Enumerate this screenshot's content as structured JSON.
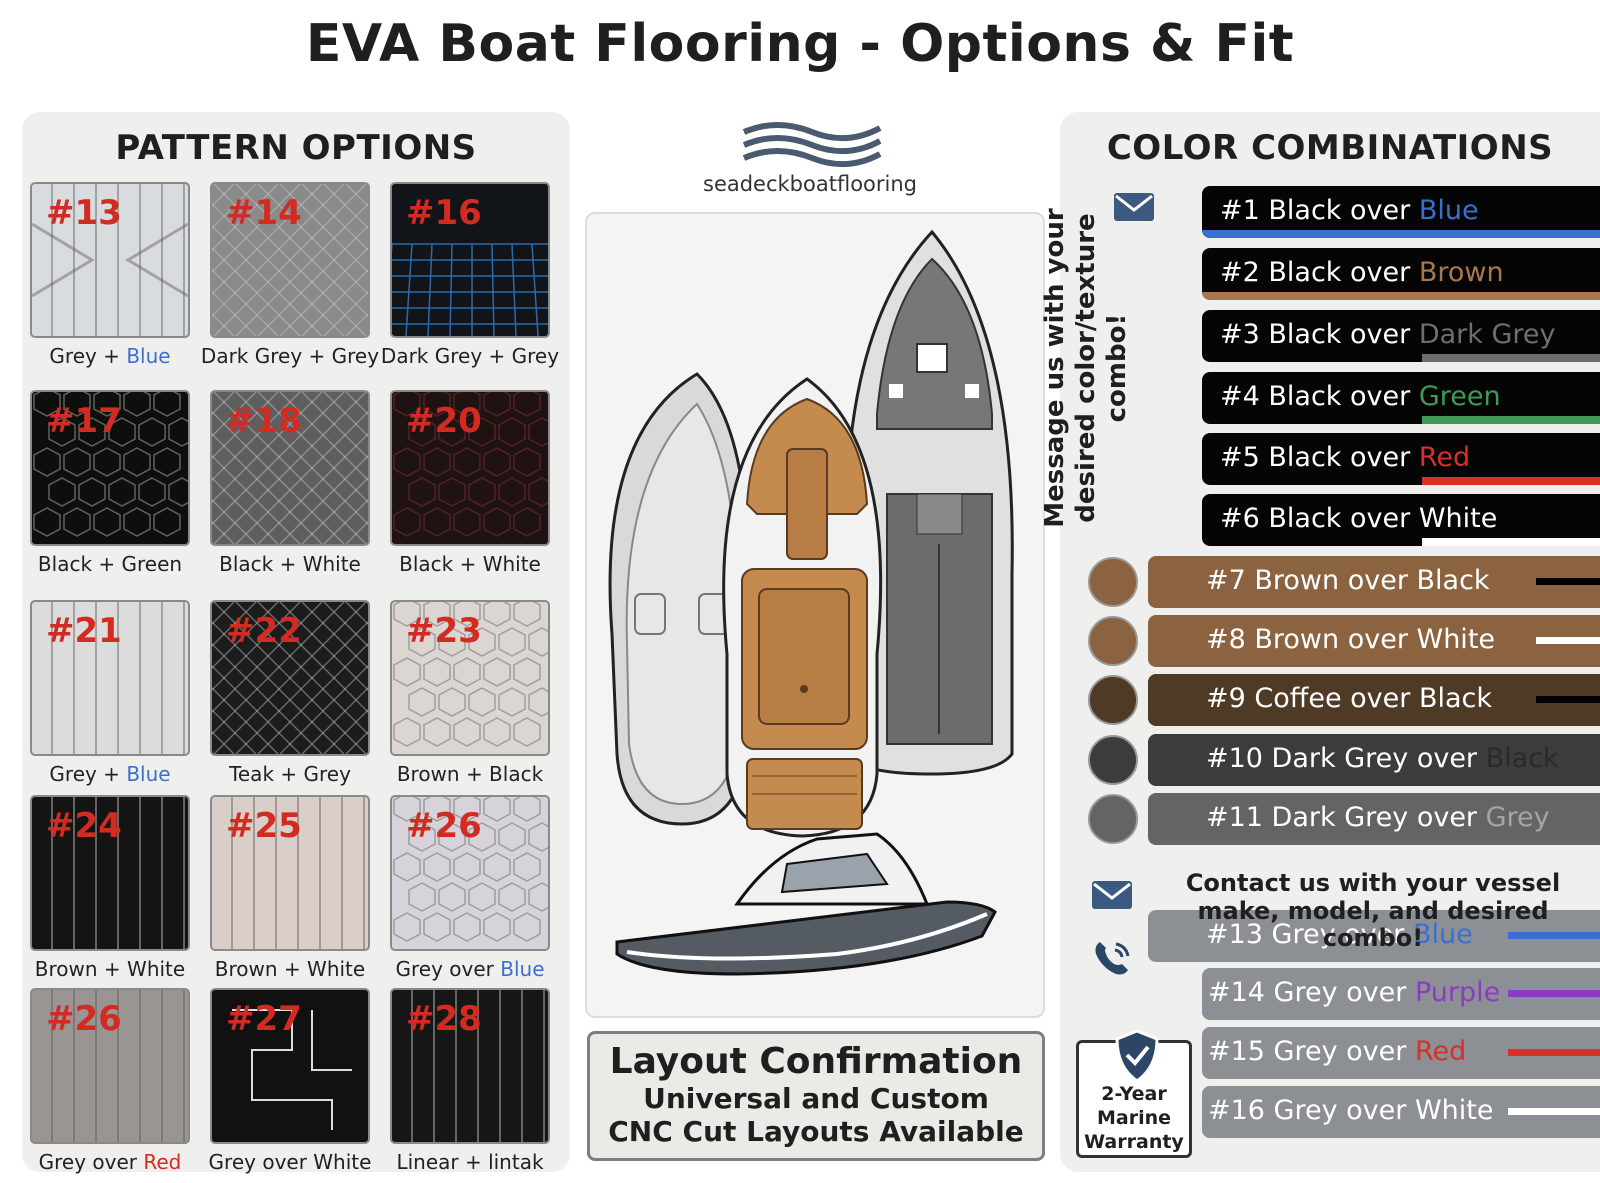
{
  "title": "EVA Boat Flooring - Options & Fit",
  "pattern_panel": {
    "title": "PATTERN OPTIONS",
    "tiles": [
      {
        "num": "#13",
        "label_a": "Grey + ",
        "label_b": "Blue",
        "bg": "#d9dcdf"
      },
      {
        "num": "#14",
        "label_a": "Dark Grey + Grey",
        "label_b": "",
        "bg": "#8a8a8a"
      },
      {
        "num": "#16",
        "label_a": "Dark Grey + Grey",
        "label_b": "",
        "bg": "#111418"
      },
      {
        "num": "#17",
        "label_a": "Black + Green",
        "label_b": "",
        "bg": "#0c0f0c"
      },
      {
        "num": "#18",
        "label_a": "Black + White",
        "label_b": "",
        "bg": "#5e5e5e"
      },
      {
        "num": "#20",
        "label_a": "Black + White",
        "label_b": "",
        "bg": "#1e1212"
      },
      {
        "num": "#21",
        "label_a": "Grey + ",
        "label_b": "Blue",
        "bg": "#dcdcdc"
      },
      {
        "num": "#22",
        "label_a": "Teak + Grey",
        "label_b": "",
        "bg": "#1c1c1c"
      },
      {
        "num": "#23",
        "label_a": "Brown + Black",
        "label_b": "",
        "bg": "#dcd6d2"
      },
      {
        "num": "#24",
        "label_a": "Brown + White",
        "label_b": "",
        "bg": "#141414"
      },
      {
        "num": "#25",
        "label_a": "Brown + White",
        "label_b": "",
        "bg": "#d9cec8"
      },
      {
        "num": "#26",
        "label_a": "Grey over ",
        "label_b": "Blue",
        "bg": "#d6d4da"
      },
      {
        "num": "#26",
        "label_a": "Grey over ",
        "label_b": "Red",
        "bg": "#9a9593"
      },
      {
        "num": "#27",
        "label_a": "Grey over White",
        "label_b": "",
        "bg": "#111111"
      },
      {
        "num": "#28",
        "label_a": "Linear + lintak",
        "label_b": "",
        "bg": "#161616"
      }
    ]
  },
  "brand": {
    "name": "seadeckboatflooring"
  },
  "layout_box": {
    "title": "Layout Confirmation",
    "line1": "Universal and Custom",
    "line2": "CNC Cut Layouts Available"
  },
  "combo_panel": {
    "title": "COLOR COMBINATIONS",
    "vertical_message": "Message us with your desired color/texture combo!",
    "contact_message_1": "Contact us with your vessel",
    "contact_message_2": "make, model, and desired combo!",
    "warranty_1": "2-Year",
    "warranty_2": "Marine",
    "warranty_3": "Warranty",
    "black_combos": [
      {
        "a": "#1  Black over ",
        "b": "Blue",
        "color": "#3a6fd0"
      },
      {
        "a": "#2  Black over ",
        "b": "Brown",
        "color": "#a7774f"
      },
      {
        "a": "#3  Black over ",
        "b": "Dark Grey",
        "color": "#6e6e6e"
      },
      {
        "a": "#4  Black over ",
        "b": "Green",
        "color": "#3f9a56"
      },
      {
        "a": "#5  Black over ",
        "b": "Red",
        "color": "#d8302a"
      },
      {
        "a": "#6  Black over ",
        "b": "White",
        "color": "#ffffff"
      }
    ],
    "brown_combos": [
      {
        "a": "#7  Brown over Black",
        "bg": "#8c6340",
        "line": "#000000"
      },
      {
        "a": "#8  Brown over White",
        "bg": "#8c6340",
        "line": "#ffffff"
      },
      {
        "a": "#9 Coffee over Black",
        "bg": "#4f3a25",
        "line": "#000000"
      }
    ],
    "grey_combos": [
      {
        "a": "#10 Dark Grey over ",
        "b": "Black",
        "bg": "#3c3c3c",
        "color": "#2a2a2a"
      },
      {
        "a": "#11 Dark Grey over ",
        "b": "Grey",
        "bg": "#626466",
        "color": "#a5a5a5"
      }
    ],
    "grey_over": [
      {
        "a": "#13 Grey over ",
        "b": "Blue",
        "color": "#3a6fd0",
        "line": "#3a6fd0"
      },
      {
        "a": "#14 Grey over ",
        "b": "Purple",
        "color": "#8a3cc4",
        "line": "#8a3cc4"
      },
      {
        "a": "#15 Grey over ",
        "b": "Red",
        "color": "#d8302a",
        "line": "#d8302a"
      },
      {
        "a": "#16 Grey over White",
        "b": "",
        "color": "#ffffff",
        "line": "#ffffff"
      }
    ]
  }
}
